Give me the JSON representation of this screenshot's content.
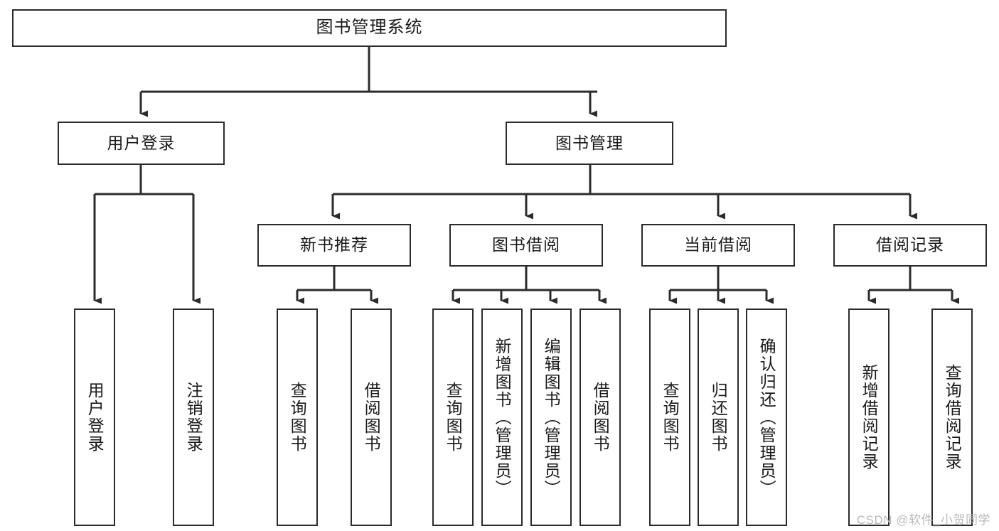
{
  "diagram": {
    "title": "图书管理系统",
    "watermark": "CSDN @软件_小贺同学",
    "line_color": "#2b2b2b",
    "box_fill": "#ffffff",
    "text_color": "#1a1a1a",
    "watermark_color": "#b9b9b9"
  },
  "root": {
    "label": "图书管理系统"
  },
  "level2": [
    {
      "label": "用户登录"
    },
    {
      "label": "图书管理"
    }
  ],
  "level3": [
    {
      "label": "新书推荐"
    },
    {
      "label": "图书借阅"
    },
    {
      "label": "当前借阅"
    },
    {
      "label": "借阅记录"
    }
  ],
  "leaves": {
    "user_login": [
      {
        "label": "用户登录"
      },
      {
        "label": "注销登录"
      }
    ],
    "new_book": [
      {
        "label": "查询图书"
      },
      {
        "label": "借阅图书"
      }
    ],
    "borrow_book": [
      {
        "label": "查询图书"
      },
      {
        "label": "新增图书（管理员）"
      },
      {
        "label": "编辑图书（管理员）"
      },
      {
        "label": "借阅图书"
      }
    ],
    "current_borrow": [
      {
        "label": "查询图书"
      },
      {
        "label": "归还图书"
      },
      {
        "label": "确认归还（管理员）"
      }
    ],
    "borrow_record": [
      {
        "label": "新增借阅记录"
      },
      {
        "label": "查询借阅记录"
      }
    ]
  }
}
